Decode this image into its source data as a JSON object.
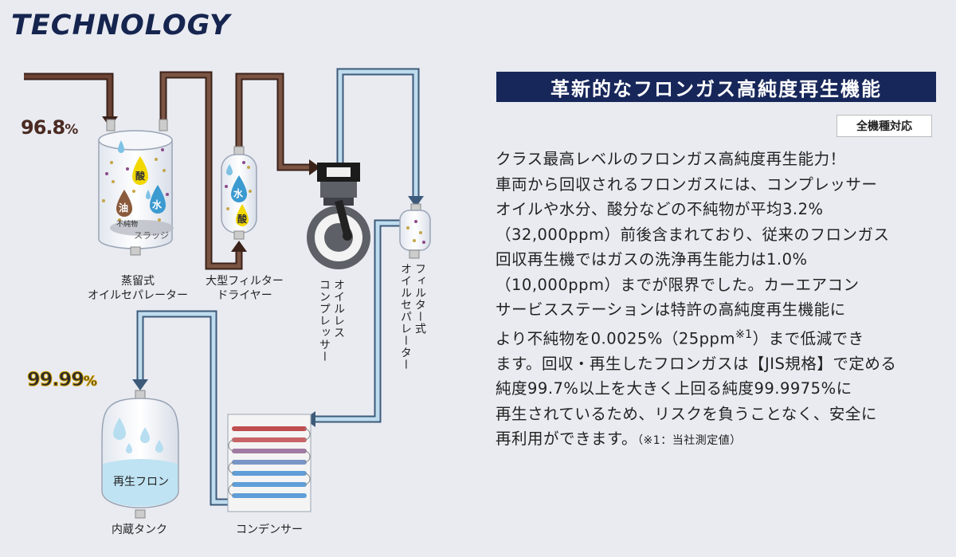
{
  "header": {
    "title": "TECHNOLOGY"
  },
  "diagram": {
    "purity_before": {
      "value": "96.8",
      "unit": "%"
    },
    "purity_after": {
      "value": "99.99",
      "unit": "%"
    },
    "impurities": {
      "oil": "油",
      "water": "水",
      "acid": "酸",
      "impurities_word": "不純物",
      "sludge": "スラッジ",
      "filter_water": "水",
      "filter_acid": "酸"
    },
    "tank_content": "再生フロン",
    "components": {
      "separator": [
        "蒸留式",
        "オイルセパレーター"
      ],
      "dryer": [
        "大型フィルター",
        "ドライヤー"
      ],
      "compressor": [
        "オイルレス",
        "コンプレッサー"
      ],
      "filter_separator": [
        "フィルター式",
        "オイルセパレーター"
      ],
      "tank": "内蔵タンク",
      "condenser": "コンデンサー"
    }
  },
  "panel": {
    "heading": "革新的なフロンガス高純度再生機能",
    "badge": "全機種対応",
    "lines": [
      "クラス最高レベルのフロンガス高純度再生能力！",
      "車両から回収されるフロンガスには、コンプレッサー",
      "オイルや水分、酸分などの不純物が平均3.2%",
      "（32,000ppm）前後含まれており、従来のフロンガス",
      "回収再生機ではガスの洗浄再生能力は1.0%",
      "（10,000ppm）までが限界でした。カーエアコン",
      "サービスステーションは特許の高純度再生機能に",
      "より不純物を0.0025%（25ppm",
      "ます。回収・再生したフロンガスは【JIS規格】で定める",
      "純度99.7%以上を大きく上回る純度99.9975%に",
      "再生されているため、リスクを負うことなく、安全に",
      "再利用ができます。"
    ],
    "line8_sup": "※1",
    "line8_tail": "）まで低減でき",
    "footnote": "（※1：当社測定値）"
  }
}
